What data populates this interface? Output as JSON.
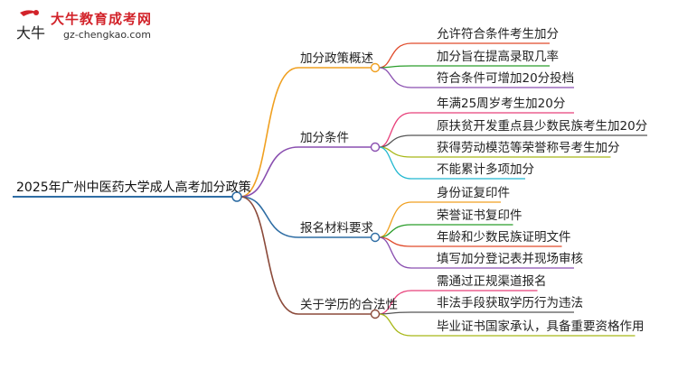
{
  "logo": {
    "title": "大牛教育成考网",
    "url": "gz-chengkao.com",
    "mark_glyph": "大牛"
  },
  "root": {
    "label": "2025年广州中医药大学成人高考加分政策",
    "color": "#2e6da4"
  },
  "branches": [
    {
      "label": "加分政策概述",
      "color": "#f0a020",
      "children": [
        {
          "label": "允许符合条件考生加分",
          "color": "#e04a2a"
        },
        {
          "label": "加分旨在提高录取几率",
          "color": "#2a9d2a"
        },
        {
          "label": "符合条件可增加20分投档",
          "color": "#8a4fb0"
        }
      ]
    },
    {
      "label": "加分条件",
      "color": "#8a4fb0",
      "children": [
        {
          "label": "年满25周岁考生加20分",
          "color": "#e8407a"
        },
        {
          "label": "原扶贫开发重点县少数民族考生加20分",
          "color": "#555555"
        },
        {
          "label": "获得劳动模范等荣誉称号考生加分",
          "color": "#a8b818"
        },
        {
          "label": "不能累计多项加分",
          "color": "#22b8d0"
        }
      ]
    },
    {
      "label": "报名材料要求",
      "color": "#2e6da4",
      "children": [
        {
          "label": "身份证复印件",
          "color": "#f0a020"
        },
        {
          "label": "荣誉证书复印件",
          "color": "#2a9d2a"
        },
        {
          "label": "年龄和少数民族证明文件",
          "color": "#e04a2a"
        },
        {
          "label": "填写加分登记表并现场审核",
          "color": "#8a4fb0"
        }
      ]
    },
    {
      "label": "关于学历的合法性",
      "color": "#8b4a3a",
      "children": [
        {
          "label": "需通过正规渠道报名",
          "color": "#e8407a"
        },
        {
          "label": "非法手段获取学历行为违法",
          "color": "#555555"
        },
        {
          "label": "毕业证书国家承认，具备重要资格作用",
          "color": "#a8b818"
        }
      ]
    }
  ]
}
